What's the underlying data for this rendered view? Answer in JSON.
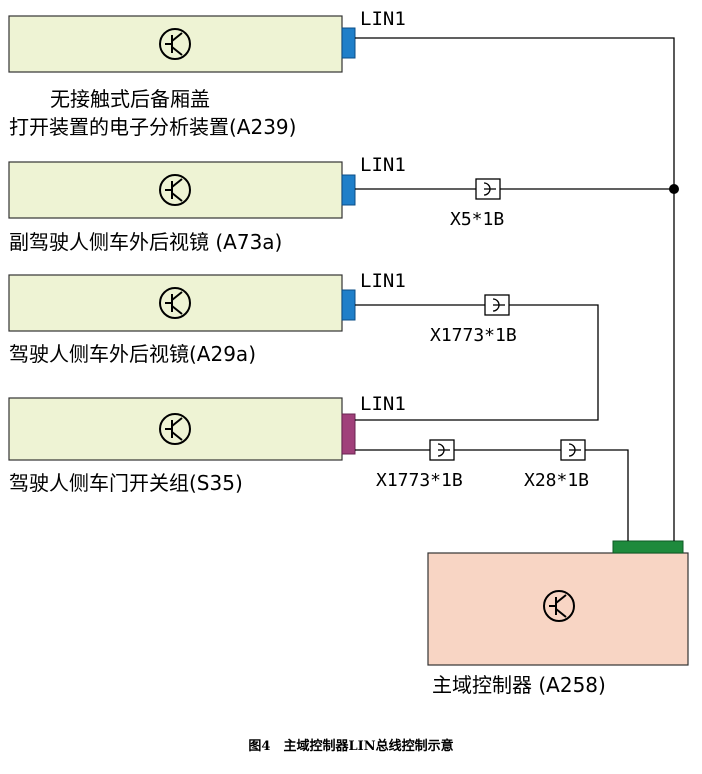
{
  "modules": [
    {
      "label_line1": "无接触式后备厢盖",
      "label_line2": "打开装置的电子分析装置(A239)",
      "connector_color": "#1f7fc9"
    },
    {
      "label": "副驾驶人侧车外后视镜 (A73a)",
      "connector_color": "#1f7fc9"
    },
    {
      "label": "驾驶人侧车外后视镜(A29a)",
      "connector_color": "#1f7fc9"
    },
    {
      "label": "驾驶人侧车门开关组(S35)",
      "connector_color": "#a0407a"
    }
  ],
  "lin_labels": [
    "LIN1",
    "LIN1",
    "LIN1",
    "LIN1"
  ],
  "connectors": [
    "X5*1B",
    "X1773*1B",
    "X1773*1B",
    "X28*1B"
  ],
  "controller": {
    "label": "主域控制器 (A258)",
    "connector_color": "#1e8a3c"
  },
  "caption": "图4　主域控制器LIN总线控制示意",
  "colors": {
    "module_fill": "#eef3d4",
    "controller_fill": "#f8d5c4",
    "line": "#000000"
  }
}
